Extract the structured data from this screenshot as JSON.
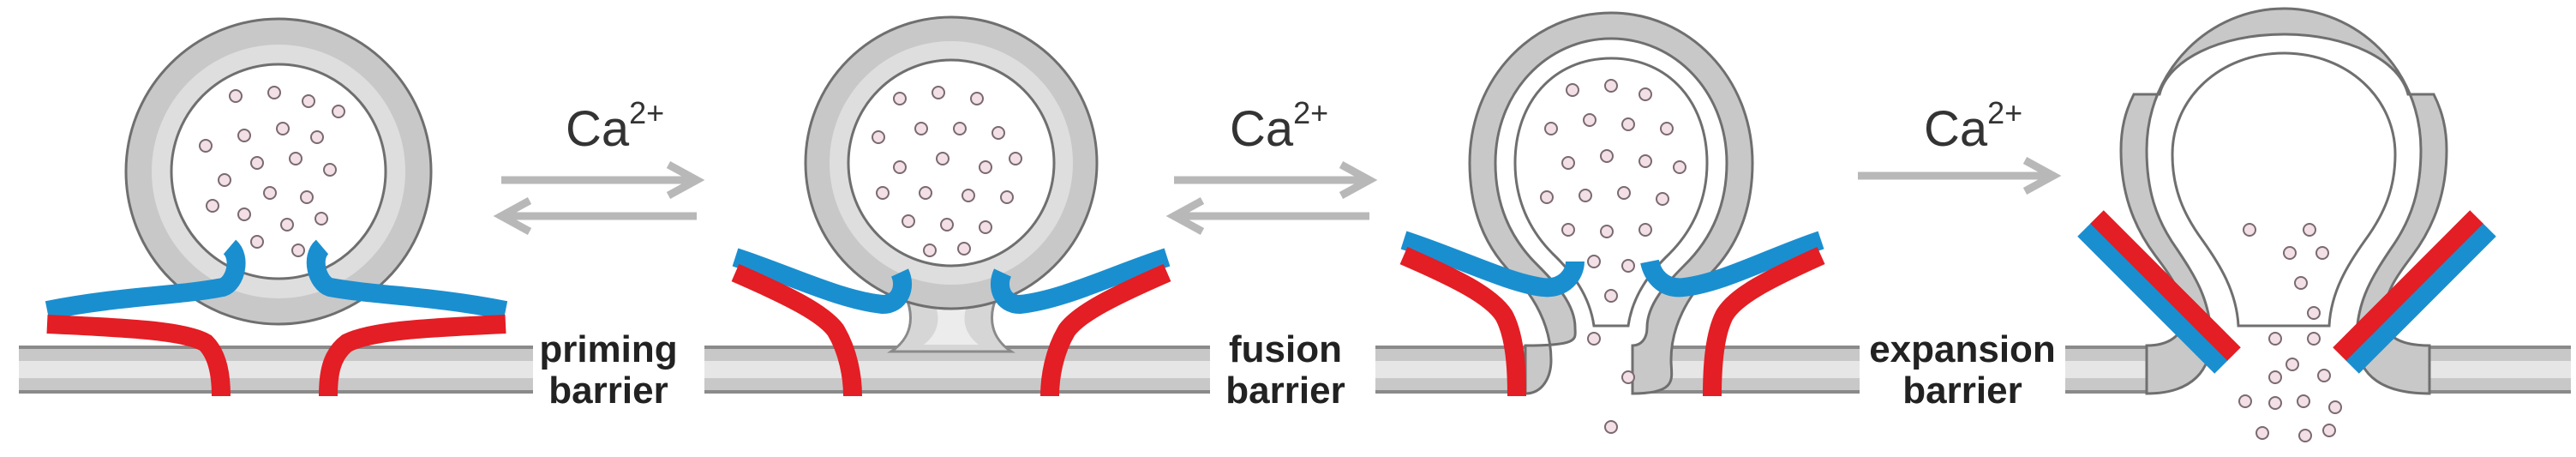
{
  "calcium_label": {
    "base": "Ca",
    "sup": "2+"
  },
  "barriers": [
    {
      "line1": "priming",
      "line2": "barrier"
    },
    {
      "line1": "fusion",
      "line2": "barrier"
    },
    {
      "line1": "expansion",
      "line2": "barrier"
    }
  ],
  "colors": {
    "membrane_outer": "#8a8a8a",
    "membrane_fill": "#c8c8c8",
    "membrane_inner": "#e3e3e3",
    "lumen": "#ffffff",
    "protein_blue": "#1a8fd0",
    "protein_red": "#e31e24",
    "vesicle_content": "#f3dfe6",
    "vesicle_content_stroke": "#7a6a70",
    "arrow": "#b8b8b8",
    "text": "#222222"
  },
  "icons": [
    "vesicle-icon",
    "snare-complex-icon",
    "equilibrium-arrow-icon",
    "forward-arrow-icon"
  ]
}
